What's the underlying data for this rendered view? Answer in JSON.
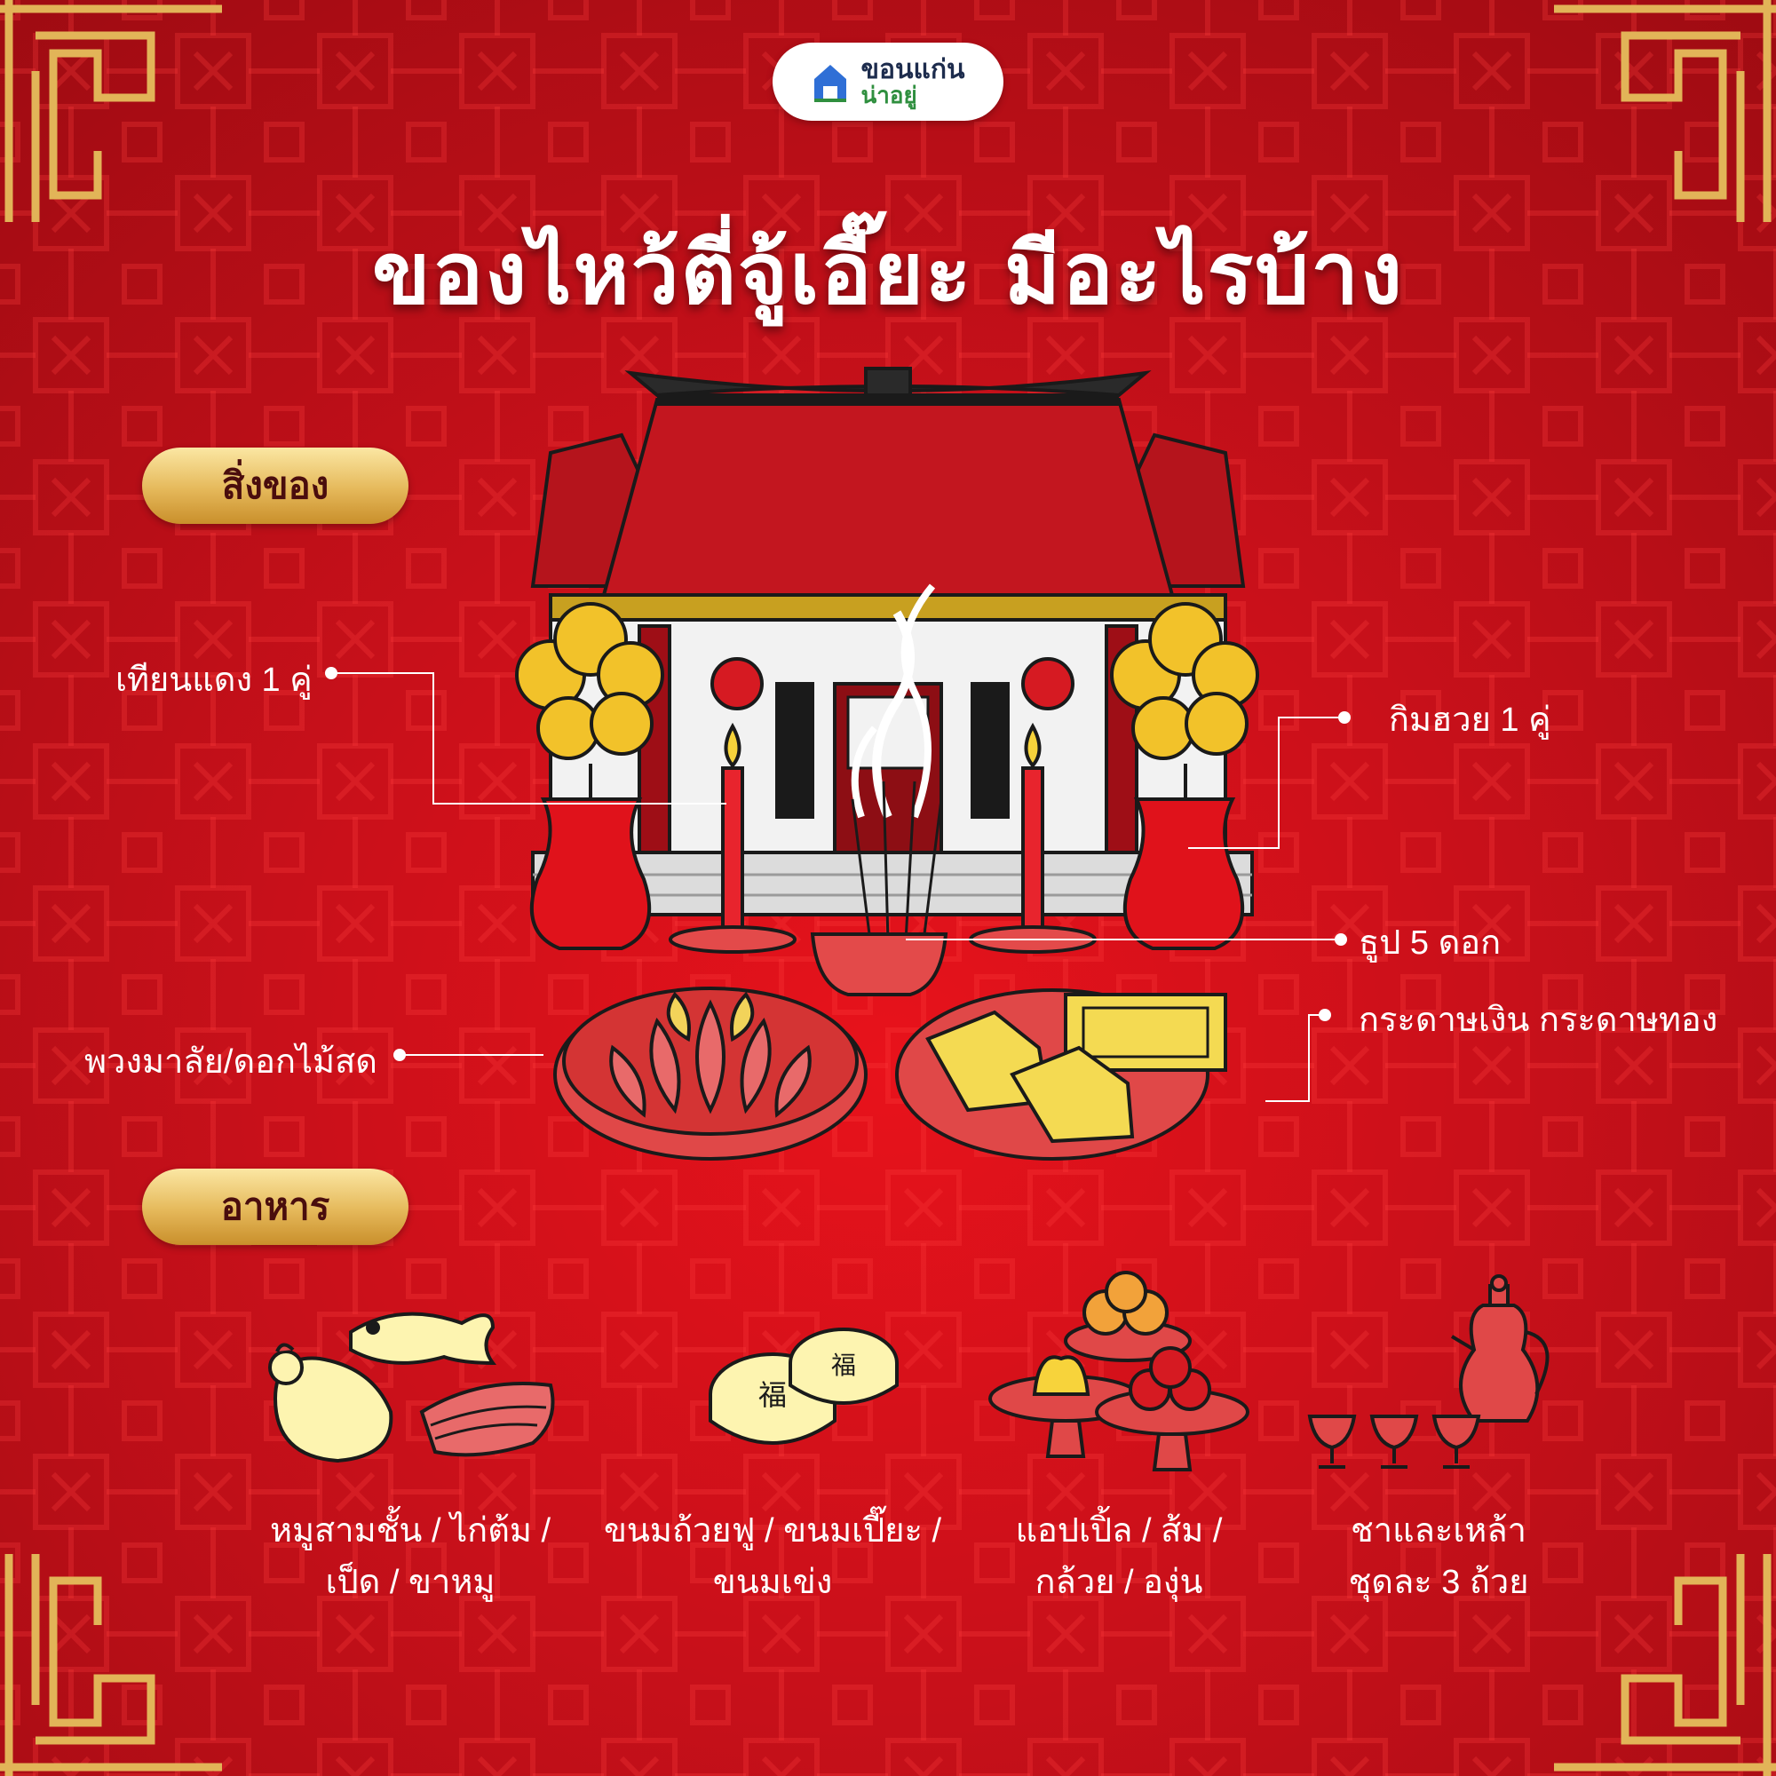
{
  "brand": {
    "line1": "ขอนแก่น",
    "line2": "น่าอยู่"
  },
  "title": "ของไหว้ตี่จู้เอี๊ยะ มีอะไรบ้าง",
  "sections": {
    "things": "สิ่งของ",
    "food": "อาหาร"
  },
  "items": {
    "candles": "เทียนแดง 1 คู่",
    "kimhuay": "กิมฮวย 1 คู่",
    "incense": "ธูป 5 ดอก",
    "paper": "กระดาษเงิน กระดาษทอง",
    "garland": "พวงมาลัย/ดอกไม้สด"
  },
  "food": [
    {
      "line1": "หมูสามชั้น / ไก่ต้ม /",
      "line2": "เป็ด / ขาหมู"
    },
    {
      "line1": "ขนมถ้วยฟู / ขนมเปี๊ยะ /",
      "line2": "ขนมเข่ง"
    },
    {
      "line1": "แอปเปิ้ล / ส้ม /",
      "line2": "กล้วย / องุ่น"
    },
    {
      "line1": "ชาและเหล้า",
      "line2": "ชุดละ 3 ถ้วย"
    }
  ],
  "colors": {
    "background": "#c8101a",
    "gold": "#e5b85a",
    "ink": "#1a1a1a",
    "cream": "#fdf4b0"
  }
}
